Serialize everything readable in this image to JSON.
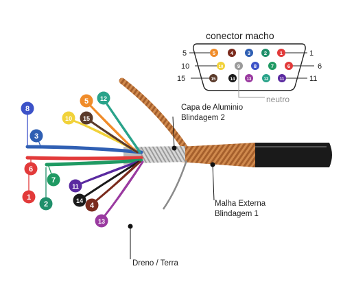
{
  "connector": {
    "title": "conector macho",
    "side_labels": [
      "5",
      "1",
      "10",
      "6",
      "15",
      "11"
    ],
    "neutral_label": "neutro",
    "pins": [
      {
        "n": "5",
        "color": "#f08c2a",
        "text": "#ffffff"
      },
      {
        "n": "4",
        "color": "#7a2a1c",
        "text": "#ffffff"
      },
      {
        "n": "3",
        "color": "#2f5fb3",
        "text": "#ffffff"
      },
      {
        "n": "2",
        "color": "#1f8f6a",
        "text": "#ffffff"
      },
      {
        "n": "1",
        "color": "#e23a3a",
        "text": "#ffffff"
      },
      {
        "n": "10",
        "color": "#f1d23a",
        "text": "#ffffff"
      },
      {
        "n": "9",
        "color": "#9a9a9a",
        "text": "#ffffff"
      },
      {
        "n": "8",
        "color": "#3c52c8",
        "text": "#ffffff"
      },
      {
        "n": "7",
        "color": "#1f9a63",
        "text": "#ffffff"
      },
      {
        "n": "6",
        "color": "#e23a3a",
        "text": "#ffffff"
      },
      {
        "n": "15",
        "color": "#5a3a2a",
        "text": "#ffffff"
      },
      {
        "n": "14",
        "color": "#1a1a1a",
        "text": "#ffffff"
      },
      {
        "n": "13",
        "color": "#9a3aa0",
        "text": "#ffffff"
      },
      {
        "n": "12",
        "color": "#2aa38a",
        "text": "#ffffff"
      },
      {
        "n": "11",
        "color": "#5a2aa0",
        "text": "#ffffff"
      }
    ]
  },
  "wires": [
    {
      "n": "8",
      "color": "#3c52c8"
    },
    {
      "n": "3",
      "color": "#2f5fb3"
    },
    {
      "n": "6",
      "color": "#e23a3a"
    },
    {
      "n": "1",
      "color": "#e23a3a"
    },
    {
      "n": "7",
      "color": "#1f9a63"
    },
    {
      "n": "2",
      "color": "#1f8f6a"
    },
    {
      "n": "10",
      "color": "#f1d23a"
    },
    {
      "n": "5",
      "color": "#f08c2a"
    },
    {
      "n": "15",
      "color": "#5a3a2a"
    },
    {
      "n": "12",
      "color": "#2aa38a"
    },
    {
      "n": "11",
      "color": "#5a2aa0"
    },
    {
      "n": "14",
      "color": "#1a1a1a"
    },
    {
      "n": "4",
      "color": "#7a2a1c"
    },
    {
      "n": "13",
      "color": "#9a3aa0"
    }
  ],
  "labels": {
    "capa_line1": "Capa de Aluminio",
    "capa_line2": "Blindagem 2",
    "malha_line1": "Malha Externa",
    "malha_line2": "Blindagem 1",
    "dreno": "Dreno / Terra"
  },
  "colors": {
    "cable_jacket": "#1a1a1a",
    "braid": "#b8703a",
    "foil": "#c8c8c8"
  }
}
